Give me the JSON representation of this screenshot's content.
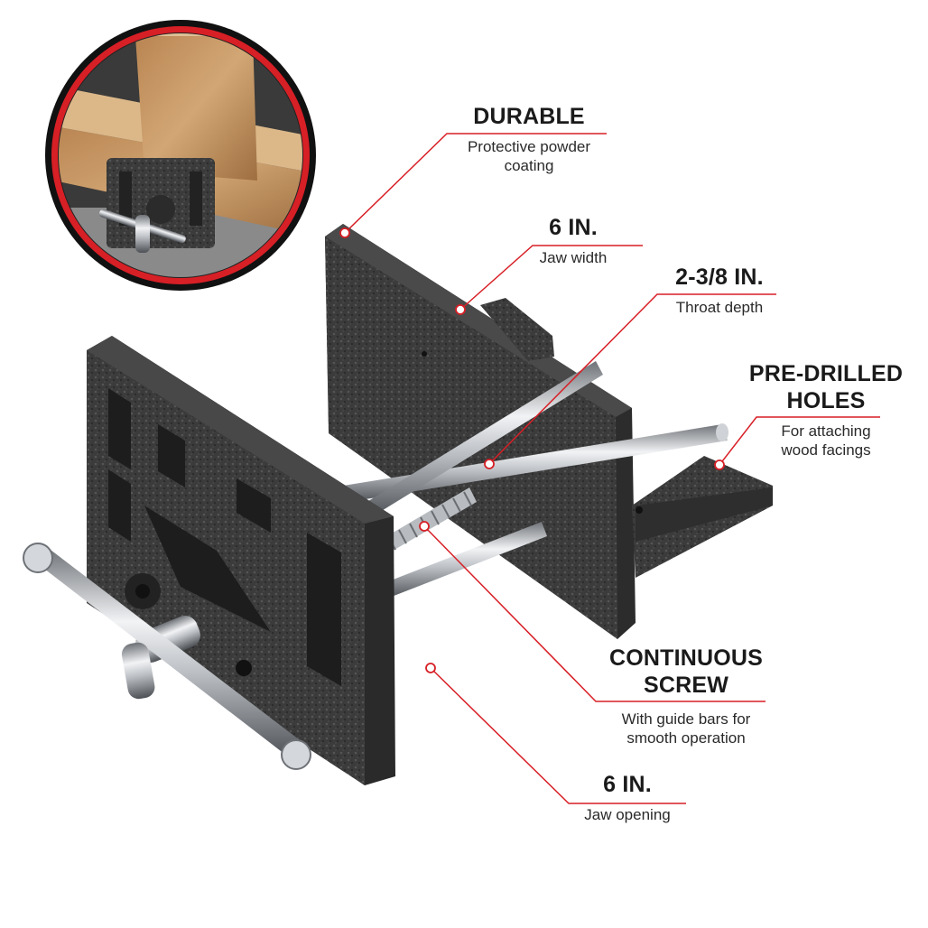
{
  "image_alt": "Woodworking bench vise product photo with feature callouts",
  "colors": {
    "accent": "#d71f26",
    "vise_body": "#3a3a3a",
    "vise_texture": "#5a5a5a",
    "steel": "#c9ccd0",
    "wood": "#c89a66",
    "inset_ring": "#111111"
  },
  "inset": {
    "label": "Vise mounted on wood workbench"
  },
  "callouts": {
    "durable": {
      "title": "DURABLE",
      "desc_line1": "Protective powder",
      "desc_line2": "coating"
    },
    "jaw_width": {
      "title": "6 IN.",
      "desc_line1": "Jaw width"
    },
    "throat_depth": {
      "title": "2-3/8 IN.",
      "desc_line1": "Throat depth"
    },
    "holes": {
      "title_line1": "PRE-DRILLED",
      "title_line2": "HOLES",
      "desc_line1": "For attaching",
      "desc_line2": "wood facings"
    },
    "screw": {
      "title_line1": "CONTINUOUS",
      "title_line2": "SCREW",
      "desc_line1": "With guide bars for",
      "desc_line2": "smooth operation"
    },
    "jaw_opening": {
      "title": "6 IN.",
      "desc_line1": "Jaw opening"
    }
  }
}
